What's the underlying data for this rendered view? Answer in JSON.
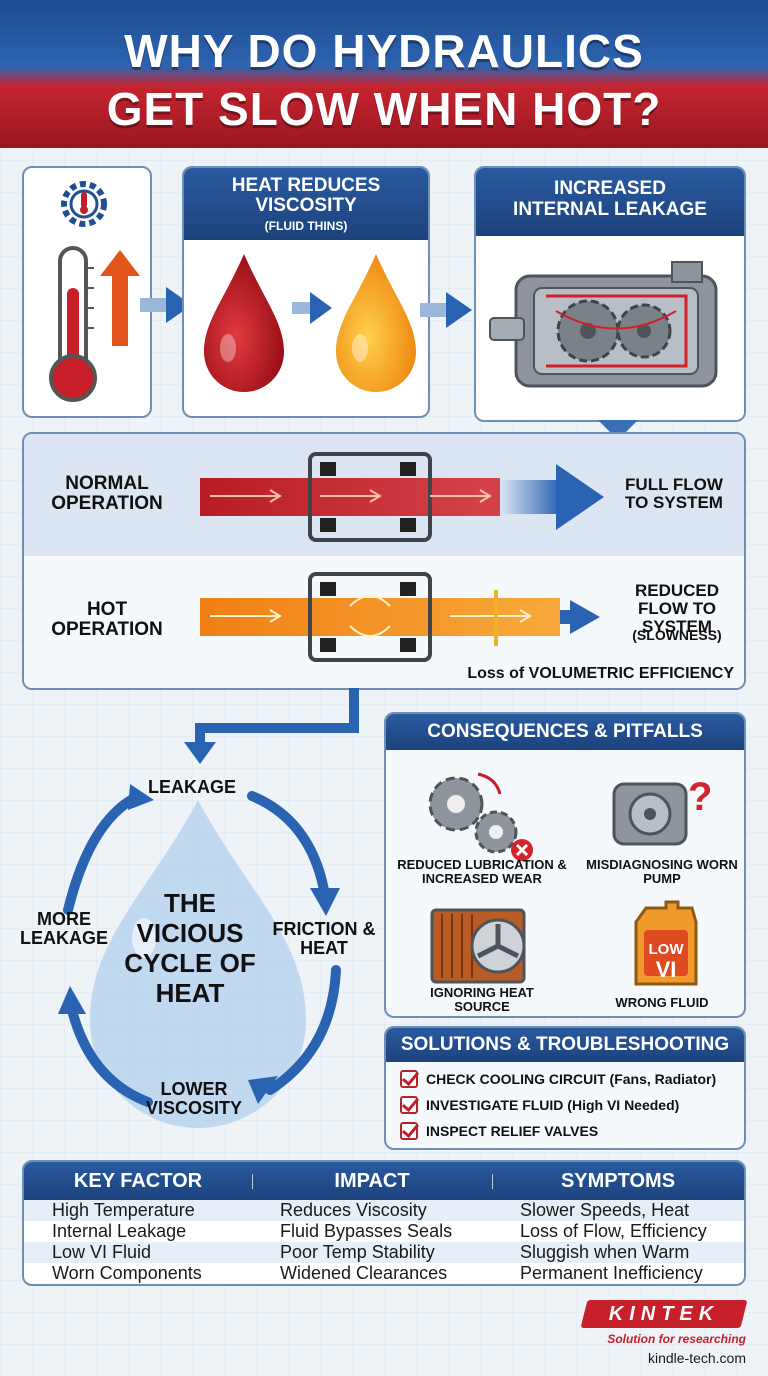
{
  "header": {
    "line1": "WHY DO HYDRAULICS",
    "line2": "GET SLOW WHEN HOT?"
  },
  "steps": {
    "viscosity_title": "HEAT REDUCES VISCOSITY",
    "viscosity_sub": "(FLUID THINS)",
    "leakage_title": "INCREASED INTERNAL LEAKAGE"
  },
  "flow": {
    "normal_label": "NORMAL OPERATION",
    "normal_result": "FULL FLOW TO SYSTEM",
    "hot_label": "HOT OPERATION",
    "hot_result": "REDUCED FLOW TO SYSTEM",
    "hot_result_note": "(SLOWNESS)",
    "efficiency_note": "Loss of VOLUMETRIC EFFICIENCY"
  },
  "cycle": {
    "center_l1": "THE",
    "center_l2": "VICIOUS",
    "center_l3": "CYCLE OF",
    "center_l4": "HEAT",
    "n_leakage": "LEAKAGE",
    "n_friction": "FRICTION & HEAT",
    "n_lower": "LOWER VISCOSITY",
    "n_more": "MORE LEAKAGE"
  },
  "consequences": {
    "title": "CONSEQUENCES & PITFALLS",
    "items": [
      {
        "label": "REDUCED LUBRICATION & INCREASED WEAR"
      },
      {
        "label": "MISDIAGNOSING WORN PUMP"
      },
      {
        "label": "IGNORING HEAT SOURCE"
      },
      {
        "label": "WRONG FLUID"
      }
    ],
    "jug_text_1": "LOW",
    "jug_text_2": "VI"
  },
  "solutions": {
    "title": "SOLUTIONS & TROUBLESHOOTING",
    "items": [
      "CHECK COOLING CIRCUIT (Fans, Radiator)",
      "INVESTIGATE FLUID (High VI Needed)",
      "INSPECT RELIEF VALVES"
    ]
  },
  "table": {
    "headers": [
      "KEY FACTOR",
      "IMPACT",
      "SYMPTOMS"
    ],
    "rows": [
      [
        "High Temperature",
        "Reduces Viscosity",
        "Slower Speeds, Heat"
      ],
      [
        "Internal Leakage",
        "Fluid Bypasses Seals",
        "Loss of Flow, Efficiency"
      ],
      [
        "Low VI Fluid",
        "Poor Temp Stability",
        "Sluggish when Warm"
      ],
      [
        "Worn Components",
        "Widened Clearances",
        "Permanent Inefficiency"
      ]
    ]
  },
  "brand": {
    "logo": "KINTEK",
    "tagline": "Solution for researching",
    "url": "kindle-tech.com"
  },
  "colors": {
    "red": "#c0202a",
    "blue": "#1f4f93",
    "orange": "#f29a1e",
    "arrow_blue": "#2b63b3"
  }
}
